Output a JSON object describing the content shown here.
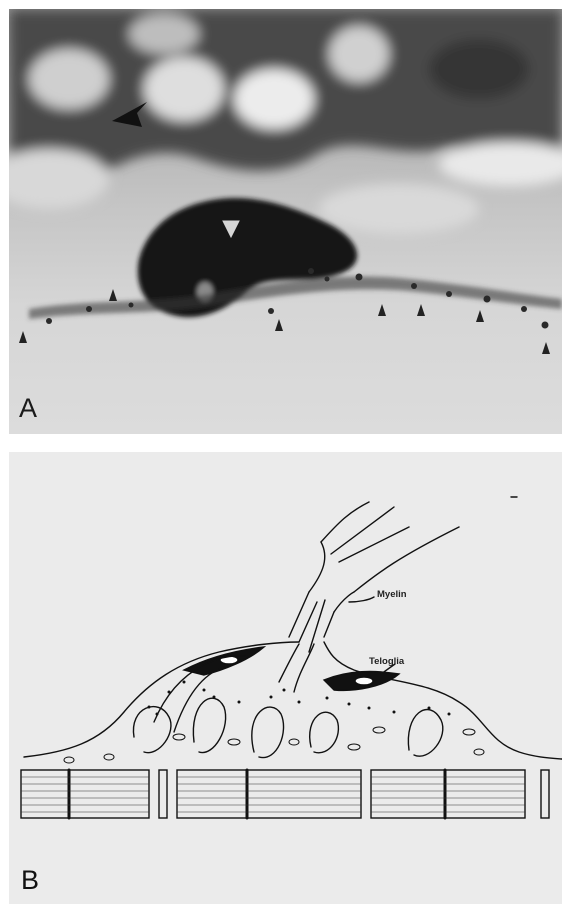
{
  "figure": {
    "panel_a": {
      "letter": "A",
      "description_icon": "micrograph-photo"
    },
    "panel_b": {
      "letter": "B",
      "labels": {
        "myelin": "Myelin",
        "teloglia": "Teloglia"
      }
    }
  },
  "colors": {
    "panel_a_background": "#c9c9c9",
    "panel_b_background": "#ebebeb",
    "ink": "#111111"
  }
}
